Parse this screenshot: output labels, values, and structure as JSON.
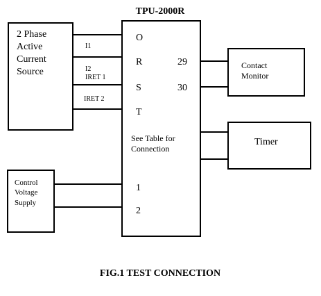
{
  "main_box": {
    "title": "TPU-2000R",
    "terminals": [
      "O",
      "R",
      "S",
      "T"
    ],
    "terminal_29": "29",
    "terminal_30": "30",
    "note_line1": "See Table for",
    "note_line2": "Connection",
    "terminal_1": "1",
    "terminal_2": "2"
  },
  "current_source": {
    "line1": "2 Phase",
    "line2": "Active",
    "line3": "Current",
    "line4": "Source"
  },
  "wire_labels": {
    "i1": "I1",
    "i2": "I2",
    "iret1": "IRET 1",
    "iret2": "IRET 2"
  },
  "contact_monitor": {
    "line1": "Contact",
    "line2": "Monitor"
  },
  "timer": {
    "label": "Timer"
  },
  "control_supply": {
    "line1": "Control",
    "line2": "Voltage",
    "line3": "Supply"
  },
  "caption": "FIG.1 TEST CONNECTION"
}
